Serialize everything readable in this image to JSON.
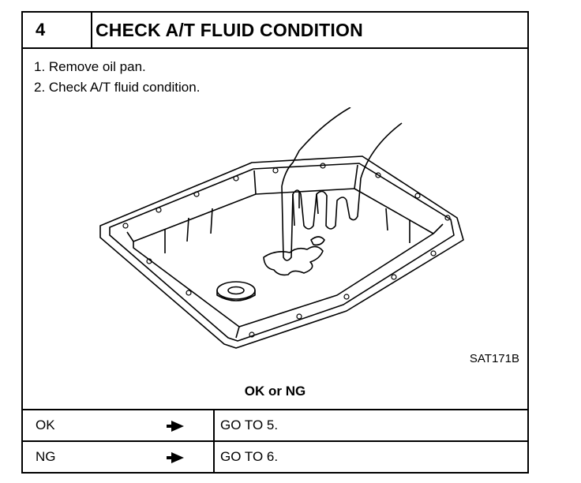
{
  "step": {
    "number": "4",
    "title": "CHECK A/T FLUID CONDITION"
  },
  "instructions": [
    "1.  Remove oil pan.",
    "2.  Check A/T fluid condition."
  ],
  "figure": {
    "code": "SAT171B"
  },
  "question": "OK or NG",
  "results": [
    {
      "label": "OK",
      "action": "GO TO 5."
    },
    {
      "label": "NG",
      "action": "GO TO 6."
    }
  ],
  "icons": {
    "result_arrow": "right-triangle-arrow-icon"
  }
}
